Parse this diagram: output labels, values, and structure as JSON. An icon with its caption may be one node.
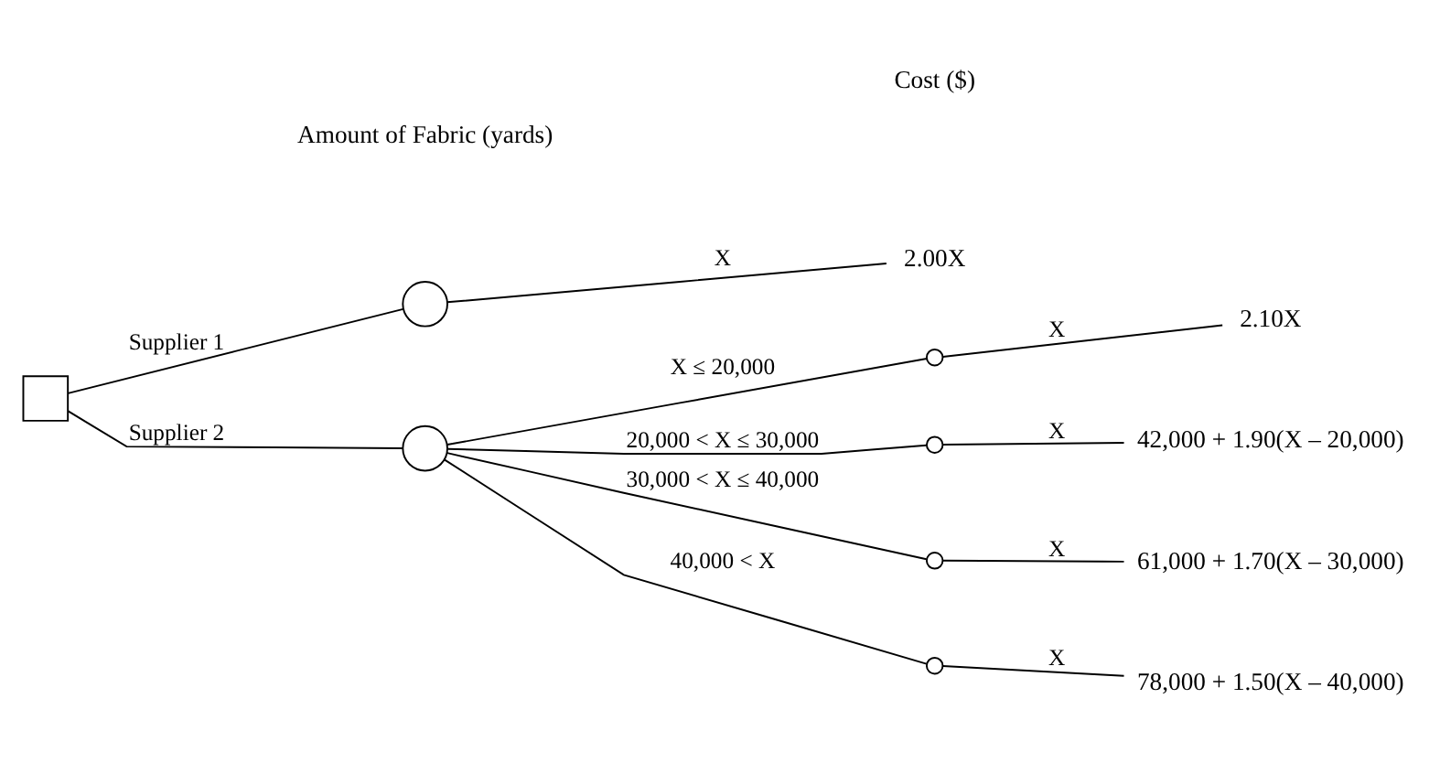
{
  "diagram": {
    "nodes": [
      {
        "text": [],
        "shape": "box"
      },
      {
        "text": [],
        "shape": "circle"
      },
      {
        "text": [
          "2.00X"
        ]
      },
      {
        "text": [],
        "shape": "circle"
      },
      {
        "text": [],
        "shape": "circle"
      },
      {
        "text": [],
        "shape": "circle"
      },
      {
        "text": [],
        "shape": "circle"
      },
      {
        "text": [],
        "shape": "circle"
      },
      {
        "text": [
          "2.10X"
        ]
      },
      {
        "text": [
          "42,000 + 1.90(X – 20,000)"
        ]
      },
      {
        "text": [
          "61,000 + 1.70(X – 30,000)"
        ]
      },
      {
        "text": [
          "78,000 + 1.50(X – 40,000)"
        ]
      }
    ],
    "edges": [
      {
        "from": 0,
        "to": 1,
        "arrow": "none",
        "label": "Supplier 1"
      },
      {
        "from": 0,
        "to": 3,
        "arrow": "none",
        "label": "Supplier 2"
      },
      {
        "from": 1,
        "to": 2,
        "arrow": "none",
        "label": "X"
      },
      {
        "from": 3,
        "to": 4,
        "arrow": "none",
        "label": "X ≤ 20,000"
      },
      {
        "from": 3,
        "to": 5,
        "arrow": "none",
        "label": "20,000 < X ≤ 30,000"
      },
      {
        "from": 3,
        "to": 6,
        "arrow": "none",
        "label": "30,000 < X ≤ 40,000"
      },
      {
        "from": 3,
        "to": 7,
        "arrow": "none",
        "label": "40,000 < X"
      },
      {
        "from": 4,
        "to": 8,
        "arrow": "none",
        "label": "X"
      },
      {
        "from": 5,
        "to": 9,
        "arrow": "none",
        "label": "X"
      },
      {
        "from": 6,
        "to": 10,
        "arrow": "none",
        "label": "X"
      },
      {
        "from": 7,
        "to": 11,
        "arrow": "none",
        "label": "X"
      }
    ],
    "labels": [
      "Amount of Fabric (yards)",
      "Cost ($)"
    ]
  }
}
